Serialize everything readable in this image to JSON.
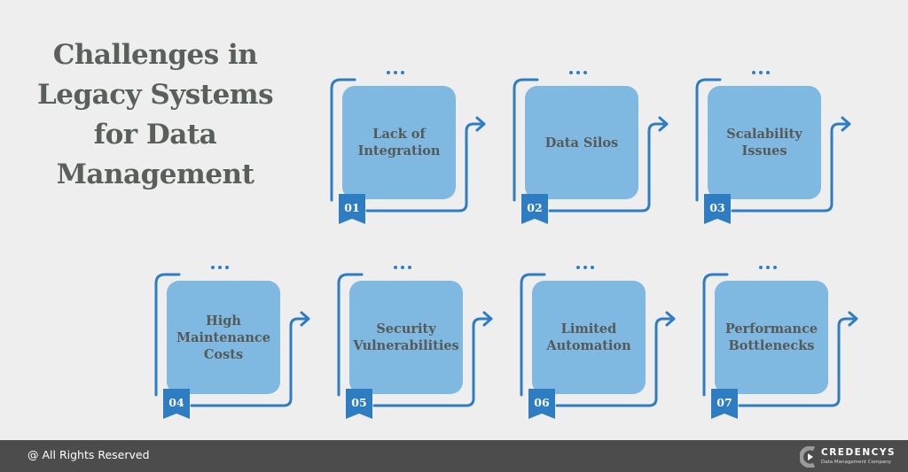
{
  "title": "Challenges in Legacy Systems for Data Management",
  "colors": {
    "accent": "#2e7dc3",
    "box": "#7fb8e1",
    "text": "#555a57",
    "background": "#eeeeee",
    "footer": "#4c4c4c"
  },
  "challenges": [
    {
      "number": "01",
      "label": "Lack of\nIntegration"
    },
    {
      "number": "02",
      "label": "Data Silos"
    },
    {
      "number": "03",
      "label": "Scalability\nIssues"
    },
    {
      "number": "04",
      "label": "High\nMaintenance\nCosts"
    },
    {
      "number": "05",
      "label": "Security\nVulnerabilities"
    },
    {
      "number": "06",
      "label": "Limited\nAutomation"
    },
    {
      "number": "07",
      "label": "Performance\nBottlenecks"
    }
  ],
  "footer": {
    "rights": "@ All Rights Reserved",
    "brand": "CREDENCYS",
    "tagline": "Data Management Company"
  }
}
